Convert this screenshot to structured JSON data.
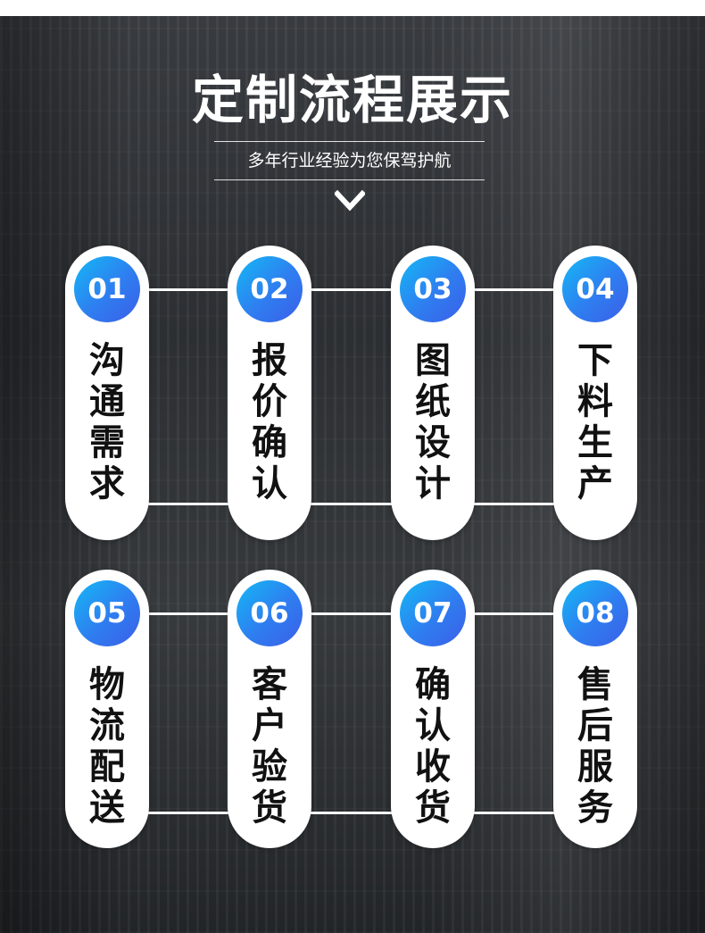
{
  "page": {
    "title": "定制流程展示",
    "subtitle": "多年行业经验为您保驾护航"
  },
  "steps": [
    {
      "number": "01",
      "label": [
        "沟",
        "通",
        "需",
        "求"
      ]
    },
    {
      "number": "02",
      "label": [
        "报",
        "价",
        "确",
        "认"
      ]
    },
    {
      "number": "03",
      "label": [
        "图",
        "纸",
        "设",
        "计"
      ]
    },
    {
      "number": "04",
      "label": [
        "下",
        "料",
        "生",
        "产"
      ]
    },
    {
      "number": "05",
      "label": [
        "物",
        "流",
        "配",
        "送"
      ]
    },
    {
      "number": "06",
      "label": [
        "客",
        "户",
        "验",
        "货"
      ]
    },
    {
      "number": "07",
      "label": [
        "确",
        "认",
        "收",
        "货"
      ]
    },
    {
      "number": "08",
      "label": [
        "售",
        "后",
        "服",
        "务"
      ]
    }
  ],
  "icons": {
    "scroll_indicator": "chevron-down-icon"
  },
  "colors": {
    "badge_gradient_start": "#14b8f5",
    "badge_gradient_end": "#3b5fe8",
    "card_background": "#ffffff",
    "step_text": "#111111"
  }
}
